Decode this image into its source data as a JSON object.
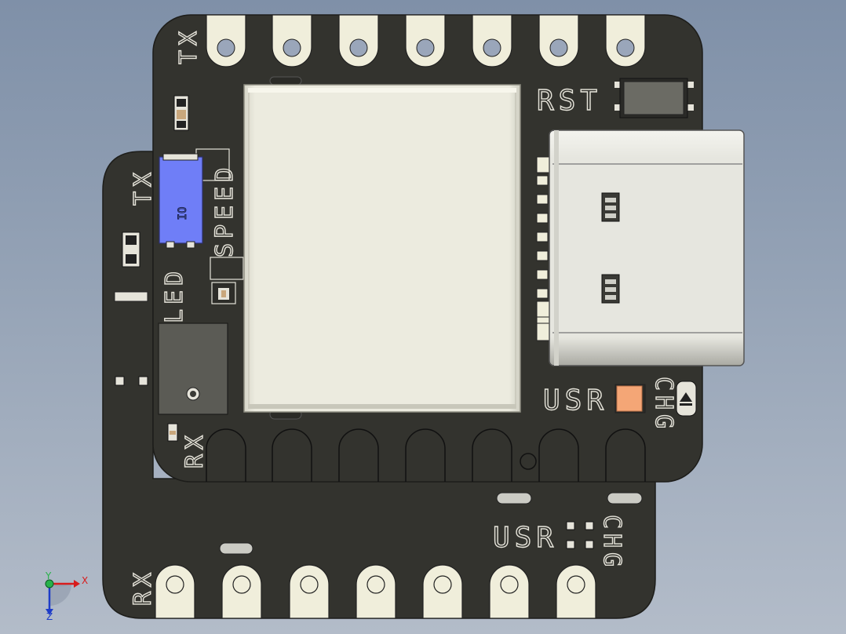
{
  "viewport": {
    "description": ""
  },
  "labels": {
    "top_tx": "TX",
    "rst": "RST",
    "left_tx": "TX",
    "speed": "SPEED",
    "led": "LED",
    "mid_rx": "RX",
    "bottom_rx": "RX",
    "top_usr": "USR",
    "top_chg": "CHG",
    "bottom_usr": "USR",
    "bottom_chg": "CHG",
    "switch_text": "IO"
  },
  "colors": {
    "pcb": "#33332e",
    "pad": "#f0eedb",
    "shield": "#e9e8dc",
    "switch": "#6f7ef7",
    "usb": "#dcdcd4",
    "led_usr": "#f4a676",
    "button": "#6b6b64"
  },
  "triad": {
    "x_label": "X",
    "y_label": "Y",
    "z_label": "Z"
  }
}
